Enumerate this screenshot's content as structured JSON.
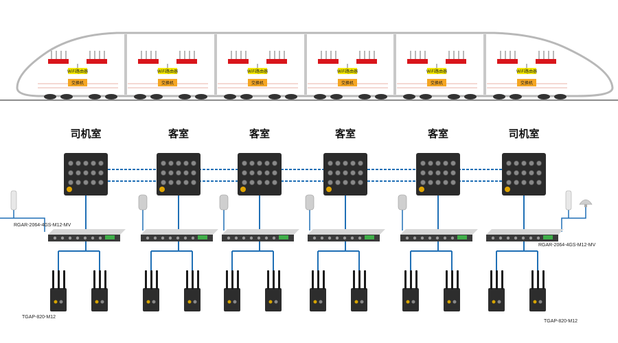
{
  "colors": {
    "link_blue": "#1f6fb5",
    "router_red": "#d9151b",
    "router_yellow": "#f2e600",
    "switch_orange": "#f5a623",
    "train_outline": "#b8b8b8",
    "device_dark": "#2b2b2b"
  },
  "train": {
    "cars": [
      {
        "router_label": "WiFi路由器",
        "switch_label": "交换机"
      },
      {
        "router_label": "WiFi路由器",
        "switch_label": "交换机"
      },
      {
        "router_label": "WiFi路由器",
        "switch_label": "交换机"
      },
      {
        "router_label": "WiFi路由器",
        "switch_label": "交换机"
      },
      {
        "router_label": "WiFi路由器",
        "switch_label": "交换机"
      },
      {
        "router_label": "WiFi路由器",
        "switch_label": "交换机"
      }
    ]
  },
  "columns": [
    {
      "title": "司机室",
      "left_antennas": true,
      "right_antennas": false
    },
    {
      "title": "客室",
      "left_antennas": false,
      "right_antennas": false
    },
    {
      "title": "客室",
      "left_antennas": false,
      "right_antennas": false
    },
    {
      "title": "客室",
      "left_antennas": false,
      "right_antennas": false
    },
    {
      "title": "客室",
      "left_antennas": false,
      "right_antennas": false
    },
    {
      "title": "司机室",
      "left_antennas": false,
      "right_antennas": true
    }
  ],
  "models": {
    "router_left": "RGAR-2064-4GS-M12-MV",
    "router_right": "RGAR-2064-4GS-M12-MV",
    "ap_left": "TGAP-820-M12",
    "ap_right": "TGAP-820-M12"
  },
  "icons": [
    "antenna-icon",
    "switch-icon",
    "router-icon",
    "access-point-icon"
  ]
}
